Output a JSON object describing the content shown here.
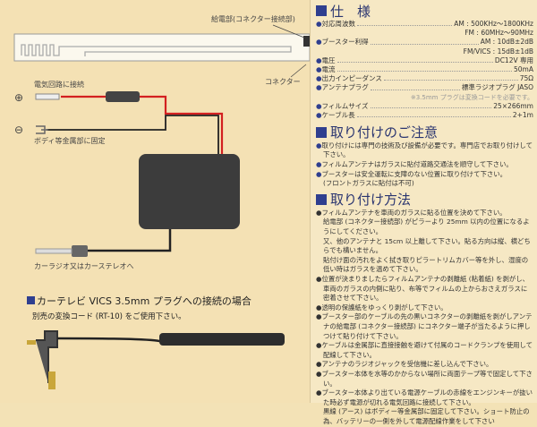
{
  "diagram": {
    "feed_label": "給電部(コネクター接続部)",
    "connector_label": "コネクター",
    "plus_label": "電気回路に接続",
    "minus_label": "ボディ等金属部に固定",
    "radio_label": "カーラジオ又はカーステレオへ",
    "plus_symbol": "⊕",
    "minus_symbol": "⊖"
  },
  "vics": {
    "title": "カーテレビ VICS 3.5mm プラグへの接続の場合",
    "desc": "別売の変換コード (RT-10) をご使用下さい。"
  },
  "spec": {
    "title": "仕　様",
    "rows": [
      {
        "k": "対応周波数",
        "v": "AM : 500KHz〜1800KHz",
        "v2": "FM : 60MHz〜90MHz"
      },
      {
        "k": "ブースター利得",
        "v": "AM : 10dB±2dB",
        "v2": "FM/VICS : 15dB±1dB"
      },
      {
        "k": "電圧",
        "v": "DC12V 専用"
      },
      {
        "k": "電流",
        "v": "50mA"
      },
      {
        "k": "出力インピーダンス",
        "v": "75Ω"
      },
      {
        "k": "アンテナプラグ",
        "v": "標準ラジオプラグ JASO"
      },
      {
        "k": "フィルムサイズ",
        "v": "25×266mm"
      },
      {
        "k": "ケーブル長",
        "v": "2+1m"
      }
    ],
    "note": "※3.5mm プラグは変換コードを必要です。"
  },
  "caution": {
    "title": "取り付けのご注意",
    "items": [
      "取り付けには専門の技術及び設備が必要です。専門店でお取り付けして下さい。",
      "フィルムアンテナはガラスに貼付道路交通法を順守して下さい。",
      "ブースターは安全運転に支障のない位置に取り付けて下さい。",
      "(フロントガラスに貼付は不可)"
    ]
  },
  "method": {
    "title": "取り付け方法",
    "items": [
      "●フィルムアンテナを車両のガラスに貼る位置を決めて下さい。",
      "給電部 (コネクター接続部) がピラーより 25mm 以内の位置になるようにしてください。",
      "又、他のアンテナと 15cm 以上離して下さい。貼る方向は縦、横どちらでも構いません。",
      "貼付け面の汚れをよく拭き取りピラートリムカバー等を外し、湿度の低い時はガラスを温めて下さい。",
      "●位置が決まりましたらフィルムアンテナの剥離紙 (粘着紙) を剥がし、車両のガラスの内側に貼り、布等でフィルムの上からおさえガラスに密着させて下さい。",
      "●透明の保護紙をゆっくり剥がして下さい。",
      "●ブースター部のケーブルの先の黒いコネクターの剥離紙を剥がしアンテナの給電部 (コネクター接続部) にコネクター端子が当たるように押しつけて貼り付けて下さい。",
      "●ケーブルは金属部に直接接触を避けて付属のコードクランプを使用して配線して下さい。",
      "●アンテナのラジオジャックを受信機に差し込んで下さい。",
      "●ブースター本体を水等のかからない場所に両面テープ等で固定して下さい。",
      "●ブースター本体より出ている電源ケーブルの赤線をエンジンキーが抜いた時必ず電源が切れる電気回路に接続して下さい。",
      "黒線 (アース) はボディー等金属部に固定して下さい。ショート防止の為、バッテリーの一側を外して電源配線作業をして下さい"
    ]
  }
}
